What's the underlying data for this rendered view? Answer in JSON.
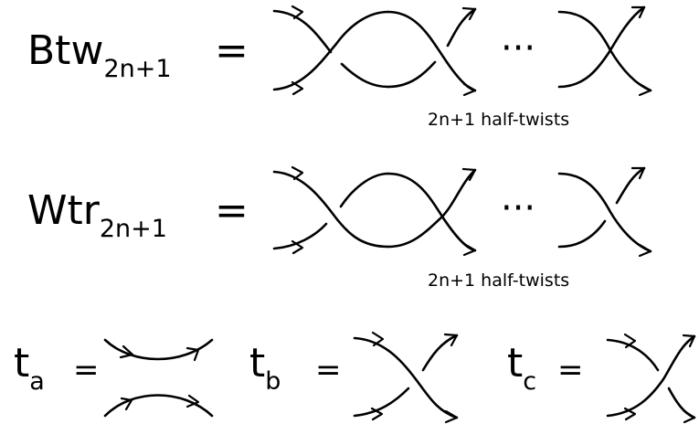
{
  "rows": [
    {
      "id": "btw",
      "base": "Btw",
      "subscript": "2n+1",
      "equals": "=",
      "ellipsis": "···",
      "caption": "2n+1 half-twists"
    },
    {
      "id": "wtr",
      "base": "Wtr",
      "subscript": "2n+1",
      "equals": "=",
      "ellipsis": "···",
      "caption": "2n+1 half-twists"
    }
  ],
  "tangles": [
    {
      "id": "ta",
      "base": "t",
      "subscript": "a",
      "equals": "="
    },
    {
      "id": "tb",
      "base": "t",
      "subscript": "b",
      "equals": "="
    },
    {
      "id": "tc",
      "base": "t",
      "subscript": "c",
      "equals": "="
    }
  ],
  "stroke_color": "#000000"
}
